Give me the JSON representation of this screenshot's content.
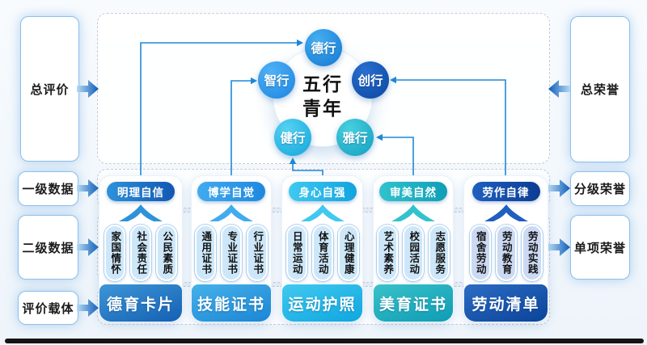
{
  "left_panel": {
    "items": [
      {
        "label": "总评价"
      },
      {
        "label": "一级数据"
      },
      {
        "label": "二级数据"
      },
      {
        "label": "评价载体"
      }
    ]
  },
  "right_panel": {
    "items": [
      {
        "label": "总荣誉"
      },
      {
        "label": "分级荣誉"
      },
      {
        "label": "单项荣誉"
      }
    ]
  },
  "hub": {
    "center_line1": "五行",
    "center_line2": "青年",
    "satellites": [
      {
        "label": "德行",
        "color": "#1277d2"
      },
      {
        "label": "智行",
        "color": "#1b84e0"
      },
      {
        "label": "创行",
        "color": "#0a46a0"
      },
      {
        "label": "健行",
        "color": "#13a6da"
      },
      {
        "label": "雅行",
        "color": "#129fc0"
      }
    ]
  },
  "columns": [
    {
      "header": "明理自信",
      "items": [
        "家国情怀",
        "社会责任",
        "公民素质"
      ],
      "footer": "德育卡片"
    },
    {
      "header": "博学自觉",
      "items": [
        "通用证书",
        "专业证书",
        "行业证书"
      ],
      "footer": "技能证书"
    },
    {
      "header": "身心自强",
      "items": [
        "日常运动",
        "体育活动",
        "心理健康"
      ],
      "footer": "运动护照"
    },
    {
      "header": "审美自然",
      "items": [
        "艺术素养",
        "校园活动",
        "志愿服务"
      ],
      "footer": "美育证书"
    },
    {
      "header": "劳作自律",
      "items": [
        "宿舍劳动",
        "劳动教育",
        "劳动实践"
      ],
      "footer": "劳动清单"
    }
  ],
  "colors": {
    "line": "#1e88d8",
    "arrow-light": "#b5daf4",
    "arrow-dark": "#0c5cb8",
    "bar": "#141414",
    "pill-fill": "#cde7f9",
    "pill-fill-5": "#ccd9f3",
    "col1-a": "#2e92da",
    "col1-b": "#1157b2",
    "col2-a": "#41abf0",
    "col2-b": "#1e88e0",
    "col3-a": "#3fc9f0",
    "col3-b": "#12a3e0",
    "col4-a": "#31c3cd",
    "col4-b": "#0f9eb6",
    "col5-a": "#1f5fc0",
    "col5-b": "#0b3d92",
    "f1-a": "#3d95d6",
    "f1-b": "#1461b4",
    "f2-a": "#45b1ea",
    "f2-b": "#1b86d4",
    "f3-a": "#40c9ef",
    "f3-b": "#0fa6e0",
    "f4-a": "#38c2c9",
    "f4-b": "#0f9cb4",
    "f5-a": "#2b6cc4",
    "f5-b": "#0b4499",
    "sat1-a": "#46aef0",
    "sat1-b": "#1277d2",
    "sat2-a": "#4fb2f5",
    "sat2-b": "#1b84e0",
    "sat3-a": "#2a6fd0",
    "sat3-b": "#0a46a0",
    "sat4-a": "#55d2f2",
    "sat4-b": "#13a6da",
    "sat5-a": "#48d0de",
    "sat5-b": "#129fc0"
  }
}
